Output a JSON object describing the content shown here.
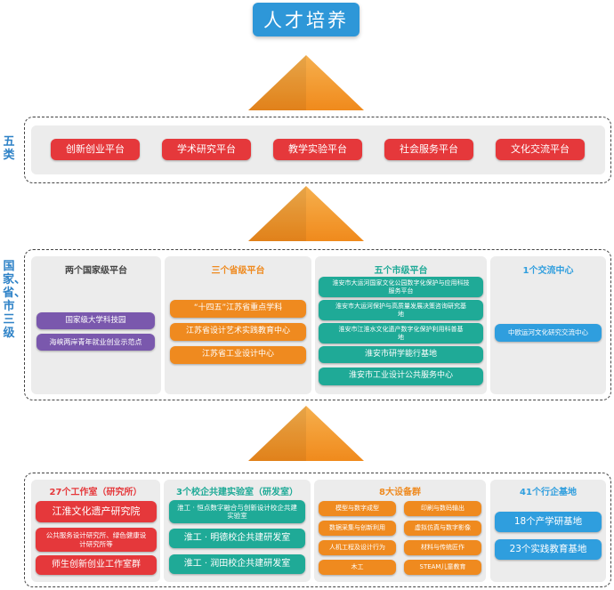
{
  "title": "人才培养",
  "side_labels": {
    "top": "五类",
    "middle": "国家、省、市三级"
  },
  "colors": {
    "title_blue": "#2e97d8",
    "red": "#e5383b",
    "purple": "#7a58ad",
    "orange": "#ef8a1f",
    "teal": "#1faa97",
    "blue": "#2f9ede",
    "arrow": "#f29a2e"
  },
  "platforms": [
    "创新创业平台",
    "学术研究平台",
    "教学实验平台",
    "社会服务平台",
    "文化交流平台"
  ],
  "levels": {
    "national": {
      "heading": "两个国家级平台",
      "items": [
        "国家级大学科技园",
        "海峡两岸青年就业创业示范点"
      ]
    },
    "provincial": {
      "heading": "三个省级平台",
      "items": [
        "“十四五”江苏省重点学科",
        "江苏省设计艺术实践教育中心",
        "江苏省工业设计中心"
      ]
    },
    "city": {
      "heading": "五个市级平台",
      "items": [
        "淮安市大运河国家文化公园数字化保护与应用科技服务平台",
        "淮安市大运河保护与高质量发展决策咨询研究基地",
        "淮安市江淮水文化遗产数字化保护利用科普基地",
        "淮安市研学能行基地",
        "淮安市工业设计公共服务中心"
      ]
    },
    "exchange": {
      "heading": "1个交流中心",
      "items": [
        "中欧运河文化研究交流中心"
      ]
    }
  },
  "bases": {
    "studios": {
      "heading": "27个工作室（研究所）",
      "items": [
        "江淮文化遗产研究院",
        "公共服务设计研究所、绿色健康设计研究所等",
        "师生创新创业工作室群"
      ]
    },
    "labs": {
      "heading": "3个校企共建实验室（研发室）",
      "items": [
        "淮工 · 恒点数字融合与创新设计校企共建实验室",
        "淮工 · 明德校企共建研发室",
        "淮工 · 润田校企共建研发室"
      ]
    },
    "equipment": {
      "heading": "8大设备群",
      "items": [
        "模型与数字成型",
        "印刷与数码输出",
        "数据采集与创新利用",
        "虚拟仿真与数字影像",
        "人机工程及设计行为",
        "材料与传统匠作",
        "木工",
        "STEAM儿童教育"
      ]
    },
    "industry": {
      "heading": "41个行企基地",
      "items": [
        "18个产学研基地",
        "23个实践教育基地"
      ]
    }
  }
}
